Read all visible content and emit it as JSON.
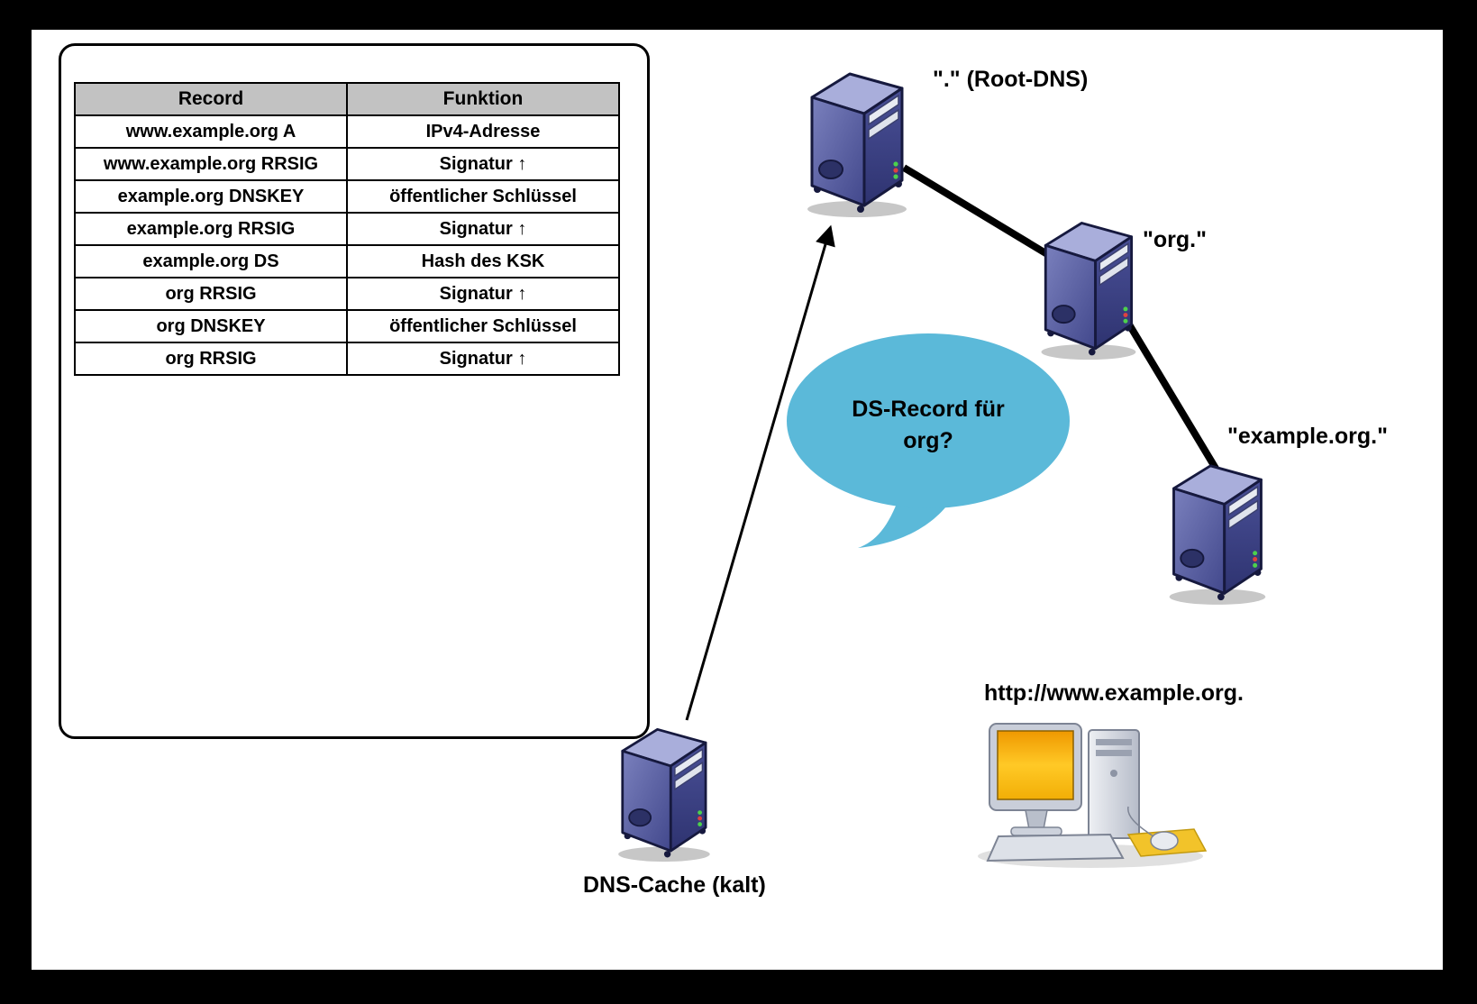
{
  "table": {
    "headers": [
      "Record",
      "Funktion"
    ],
    "rows": [
      {
        "record": "www.example.org A",
        "funktion": "IPv4-Adresse"
      },
      {
        "record": "www.example.org RRSIG",
        "funktion": "Signatur ↑"
      },
      {
        "record": "example.org DNSKEY",
        "funktion": "öffentlicher Schlüssel"
      },
      {
        "record": "example.org RRSIG",
        "funktion": "Signatur ↑"
      },
      {
        "record": "example.org DS",
        "funktion": "Hash des KSK"
      },
      {
        "record": "org RRSIG",
        "funktion": "Signatur ↑"
      },
      {
        "record": "org DNSKEY",
        "funktion": "öffentlicher Schlüssel"
      },
      {
        "record": "org RRSIG",
        "funktion": "Signatur ↑"
      }
    ]
  },
  "nodes": {
    "root_dns_label": "\".\" (Root-DNS)",
    "org_label": "\"org.\"",
    "example_org_label": "\"example.org.\"",
    "dns_cache_label": "DNS-Cache (kalt)",
    "client_url_label": "http://www.example.org."
  },
  "speech_bubble": {
    "text_line1": "DS-Record für",
    "text_line2": "org?",
    "fill": "#5bb9d9"
  },
  "colors": {
    "frame": "#000000",
    "canvas": "#ffffff",
    "table_header_bg": "#c2c2c2",
    "server_body": "#565c9e",
    "bubble": "#5bb9d9",
    "screen": "#ffc41e"
  }
}
